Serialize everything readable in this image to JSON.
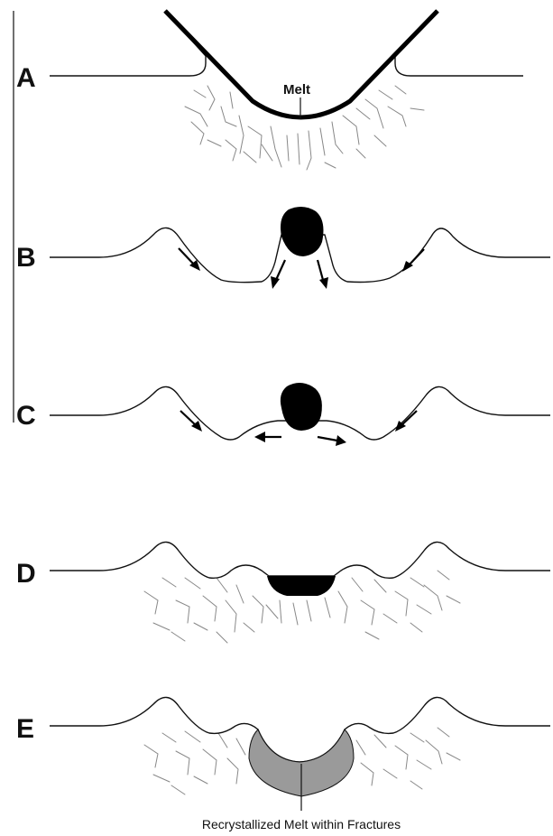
{
  "stages": [
    {
      "id": "A",
      "label": "A"
    },
    {
      "id": "B",
      "label": "B"
    },
    {
      "id": "C",
      "label": "C"
    },
    {
      "id": "D",
      "label": "D"
    },
    {
      "id": "E",
      "label": "E"
    }
  ],
  "annotations": {
    "melt": "Melt",
    "recrystallized": "Recrystallized Melt within Fractures"
  },
  "colors": {
    "melt": "#000000",
    "recrystallized_melt": "#9a9a9a",
    "fractures": "#888888",
    "outline": "#111111"
  }
}
